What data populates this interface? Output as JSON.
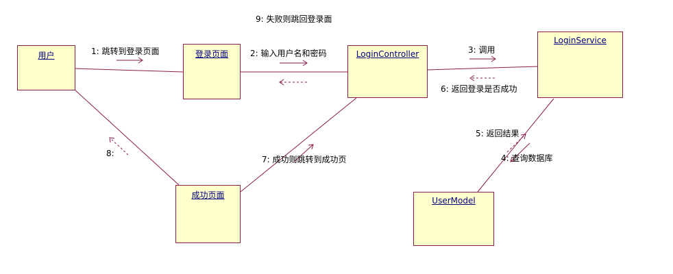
{
  "objects": {
    "user": "用户",
    "login_page": "登录页面",
    "login_controller": "LoginController",
    "login_service": "LoginService",
    "user_model": "UserModel",
    "success_page": "成功页面"
  },
  "messages": {
    "m1": "1: 跳转到登录页面",
    "m2": "2: 输入用户名和密码",
    "m3": "3: 调用",
    "m4": "4: 查询数据库",
    "m5": "5: 返回结果",
    "m6": "6: 返回登录是否成功",
    "m7": "7: 成功则跳转到成功页",
    "m8": "8: ",
    "m9": "9: 失败则跳回登录面"
  },
  "colors": {
    "link": "#8a1b4a",
    "box_fill": "#ffffcc",
    "label": "#000080"
  }
}
